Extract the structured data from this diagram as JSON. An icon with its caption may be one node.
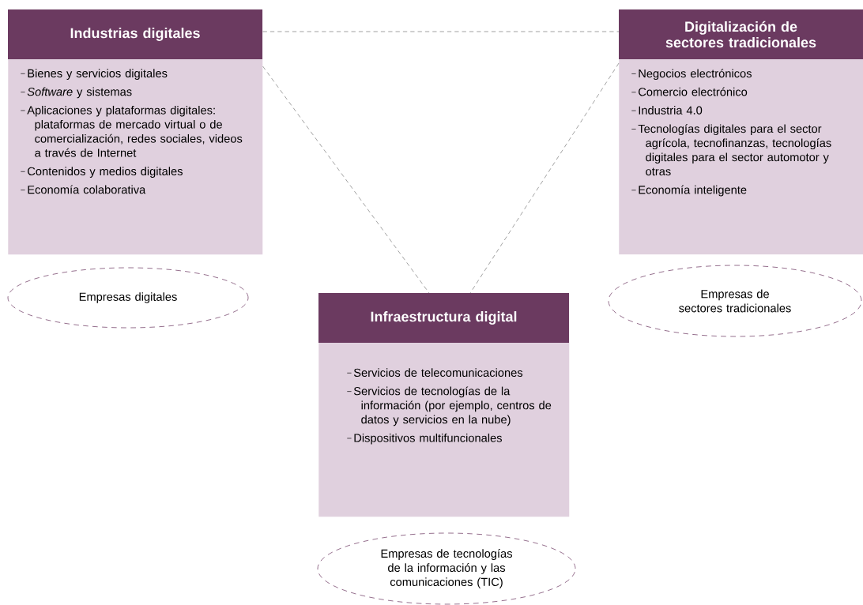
{
  "diagram": {
    "nodes": [
      {
        "text": [
          "Industrias digitales",
          "Bienes y servicios digitales",
          "*Software* y sistemas",
          "Aplicaciones y plataformas digitales: plataformas de mercado virtual o de comercialización, redes sociales, videos a través de Internet",
          "Contenidos y medios digitales",
          "Economía colaborativa"
        ]
      },
      {
        "text": [
          "Digitalización de sectores tradicionales",
          "Negocios electrónicos",
          "Comercio electrónico",
          "Industria 4.0",
          "Tecnologías digitales para el sector agrícola, tecnofinanzas, tecnologías digitales para el sector automotor y otras",
          "Economía inteligente"
        ]
      },
      {
        "text": [
          "Infraestructura digital",
          "Servicios de telecomunicaciones",
          "Servicios de tecnologías de la información (por ejemplo, centros de datos y servicios en la nube)",
          "Dispositivos multifuncionales"
        ]
      },
      {
        "text": [
          "Empresas digitales"
        ]
      },
      {
        "text": [
          "Empresas de sectores tradicionales"
        ]
      },
      {
        "text": [
          "Empresas de tecnologías de la información y las comunicaciones (TIC)"
        ]
      }
    ],
    "edges": [
      {
        "from": 0,
        "to": 1,
        "arrow": "none",
        "style": "dashed"
      },
      {
        "from": 0,
        "to": 2,
        "arrow": "none",
        "style": "dashed"
      },
      {
        "from": 1,
        "to": 2,
        "arrow": "none",
        "style": "dashed"
      }
    ]
  }
}
